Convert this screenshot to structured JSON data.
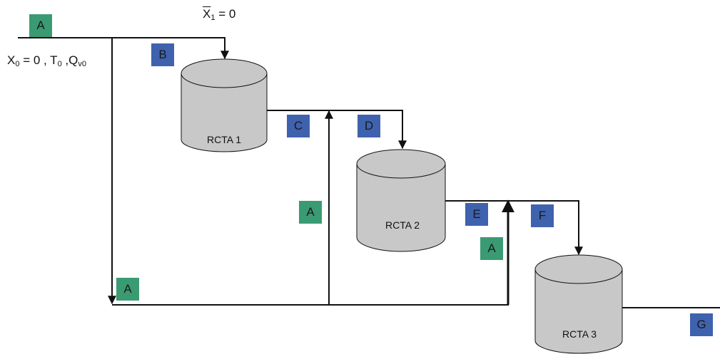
{
  "colors": {
    "green_label": "#3a9b73",
    "blue_label": "#3f62ae",
    "tank_fill": "#c8c8c8",
    "line": "#111111"
  },
  "feed": {
    "x_base": "X",
    "x_sub": "0",
    "x_eq": " = 0 , ",
    "t_base": "T",
    "t_sub": "0",
    "sep": " ,",
    "q_base": "Q",
    "q_sub": "v0"
  },
  "conversion_top": {
    "base": "X",
    "sub": "1",
    "eq": " = 0"
  },
  "tanks": [
    {
      "label": "RCTA 1"
    },
    {
      "label": "RCTA 2"
    },
    {
      "label": "RCTA 3"
    }
  ],
  "stream_labels": {
    "a_top": "A",
    "b": "B",
    "c": "C",
    "d": "D",
    "a_mid": "A",
    "e": "E",
    "f": "F",
    "a_right": "A",
    "a_bottom": "A",
    "g": "G"
  }
}
